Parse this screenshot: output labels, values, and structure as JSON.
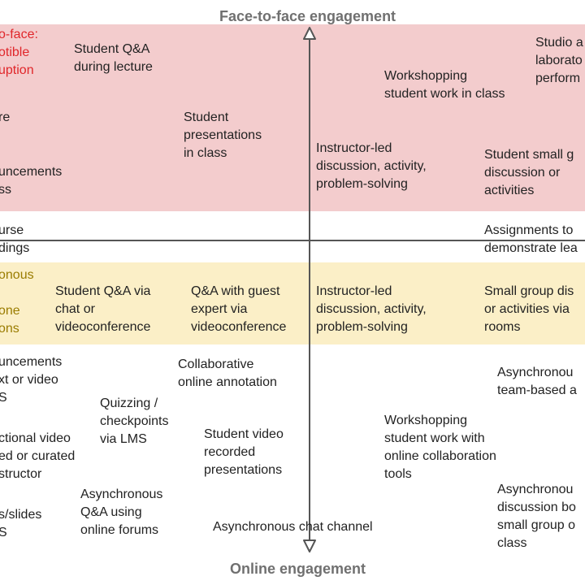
{
  "axes": {
    "top_title": "Face-to-face engagement",
    "bottom_title": "Online engagement"
  },
  "colors": {
    "face_to_face_band": "#f3cccd",
    "synchronous_band": "#fbefc7",
    "axis_line": "#555555",
    "band_label_red": "#e0262a",
    "band_label_olive": "#9a7c00",
    "text": "#222222",
    "axis_title": "#707070"
  },
  "band_labels": {
    "face_to_face": "o-face:\notible\nuption",
    "synchronous_top": "onous",
    "synchronous_bottom": "one\nons"
  },
  "face_to_face_items": {
    "student_qa_lecture": "Student Q&A\nduring lecture",
    "studio_lab": "Studio a\nlaborato\nperform",
    "workshopping_class": "Workshopping\nstudent work in class",
    "lecture": "re",
    "student_presentations": "Student\npresentations\nin class",
    "instructor_led_f2f": "Instructor-led\ndiscussion, activity,\nproblem-solving",
    "student_small_group": "Student small g\ndiscussion or\nactivities",
    "announcements_class": "uncements\nss"
  },
  "middle_items": {
    "course_readings": "urse\ndings",
    "assignments": "Assignments to\ndemonstrate lea"
  },
  "synchronous_items": {
    "student_qa_chat": "Student Q&A via\nchat or\nvideoconference",
    "qa_guest": "Q&A with guest\nexpert via\nvideoconference",
    "instructor_led_sync": "Instructor-led\ndiscussion, activity,\nproblem-solving",
    "small_group_rooms": "Small group dis\nor activities via\nrooms"
  },
  "online_items": {
    "announcements_video": "uncements\nxt or video\nS",
    "collaborative_annotation": "Collaborative\nonline annotation",
    "async_team": "Asynchronou\nteam-based a",
    "quizzing": "Quizzing /\ncheckpoints\nvia LMS",
    "instructional_video": "ctional video\ned or curated\nstructor",
    "student_video": "Student video\nrecorded\npresentations",
    "workshopping_online": "Workshopping\nstudent work with\nonline collaboration\ntools",
    "async_discussion": "Asynchronou\ndiscussion bo\nsmall group o\nclass",
    "slides": "s/slides\nS",
    "async_qa_forums": "Asynchronous\nQ&A using\nonline forums",
    "async_chat": "Asynchronous chat channel"
  }
}
